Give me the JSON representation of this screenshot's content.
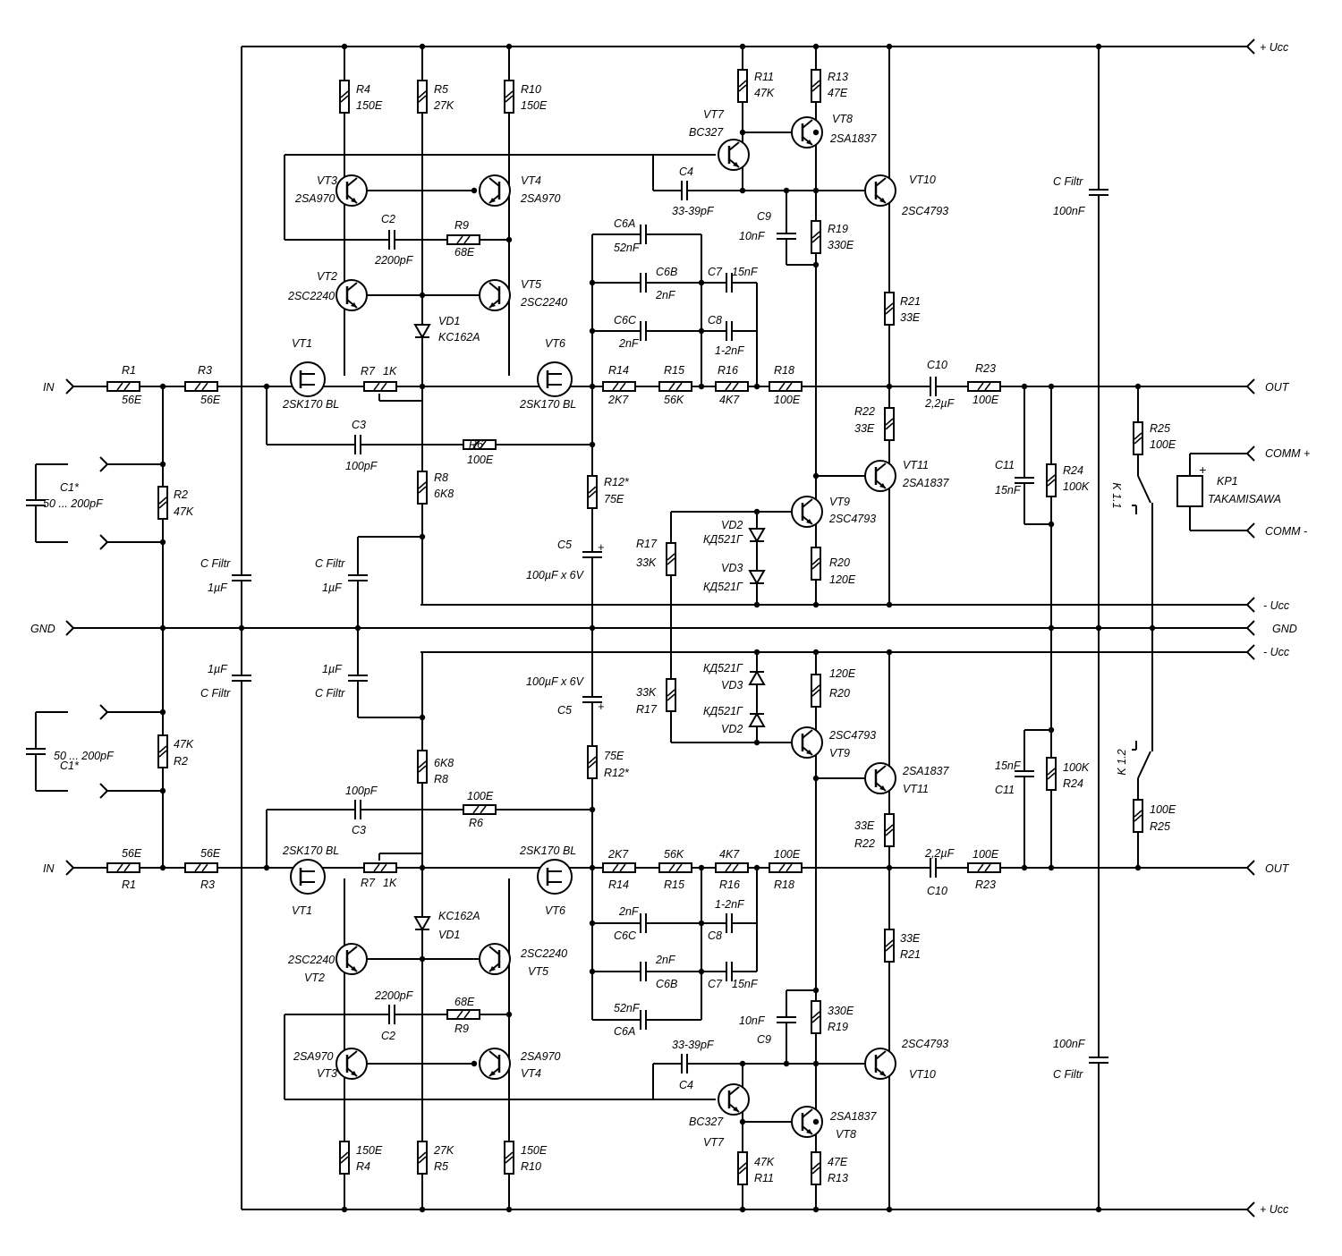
{
  "ports": {
    "ucc_pos": "+ Ucc",
    "ucc_neg": "- Ucc",
    "gnd": "GND",
    "in": "IN",
    "out": "OUT",
    "comm_pos": "COMM +",
    "comm_neg": "COMM -"
  },
  "relay": {
    "ref": "KP1",
    "model": "TAKAMISAWA",
    "contact_top": "K 1.1",
    "contact_bottom": "K 1.2"
  },
  "labels": {
    "top": [
      [
        "R1",
        136,
        418
      ],
      [
        "56E",
        136,
        451
      ],
      [
        "R3",
        221,
        418
      ],
      [
        "56E",
        224,
        451
      ],
      [
        "R2",
        194,
        557
      ],
      [
        "47K",
        194,
        576
      ],
      [
        "C1*",
        67,
        549
      ],
      [
        "50 ... 200pF",
        48,
        567
      ],
      [
        "C Filtr",
        224,
        634
      ],
      [
        "1µF",
        232,
        661
      ],
      [
        "C Filtr",
        352,
        634
      ],
      [
        "1µF",
        360,
        661
      ],
      [
        "R4",
        398,
        104
      ],
      [
        "150E",
        398,
        122
      ],
      [
        "R5",
        485,
        104
      ],
      [
        "27K",
        485,
        122
      ],
      [
        "R10",
        582,
        104
      ],
      [
        "150E",
        582,
        122
      ],
      [
        "VT3",
        354,
        206
      ],
      [
        "2SA970",
        330,
        226
      ],
      [
        "VT4",
        582,
        206
      ],
      [
        "2SA970",
        582,
        226
      ],
      [
        "C2",
        426,
        249
      ],
      [
        "2200pF",
        419,
        295
      ],
      [
        "R9",
        508,
        256
      ],
      [
        "68E",
        508,
        286
      ],
      [
        "VT2",
        354,
        313
      ],
      [
        "2SC2240",
        322,
        335
      ],
      [
        "VT5",
        582,
        322
      ],
      [
        "2SC2240",
        582,
        342
      ],
      [
        "VD1",
        490,
        363
      ],
      [
        "KC162A",
        490,
        381
      ],
      [
        "VT1",
        326,
        388
      ],
      [
        "2SK170 BL",
        316,
        456
      ],
      [
        "R7",
        403,
        419
      ],
      [
        "1K",
        428,
        419
      ],
      [
        "VT6",
        609,
        388
      ],
      [
        "2SK170 BL",
        581,
        456
      ],
      [
        "C3",
        393,
        479
      ],
      [
        "100pF",
        386,
        525
      ],
      [
        "R6",
        524,
        501
      ],
      [
        "100E",
        522,
        518
      ],
      [
        "R8",
        485,
        538
      ],
      [
        "6K8",
        485,
        556
      ],
      [
        "R12*",
        675,
        543
      ],
      [
        "75E",
        675,
        562
      ],
      [
        "C5",
        623,
        613
      ],
      [
        "100µF x 6V",
        588,
        647
      ],
      [
        "C6A",
        686,
        254
      ],
      [
        "52nF",
        686,
        281
      ],
      [
        "C6B",
        733,
        308
      ],
      [
        "2nF",
        733,
        334
      ],
      [
        "C7",
        791,
        308
      ],
      [
        "15nF",
        818,
        308
      ],
      [
        "C6C",
        686,
        362
      ],
      [
        "2nF",
        692,
        388
      ],
      [
        "C8",
        791,
        362
      ],
      [
        "1-2nF",
        799,
        396
      ],
      [
        "R14",
        680,
        418
      ],
      [
        "2K7",
        680,
        451
      ],
      [
        "R15",
        742,
        418
      ],
      [
        "56K",
        742,
        451
      ],
      [
        "R16",
        802,
        418
      ],
      [
        "4K7",
        804,
        451
      ],
      [
        "R18",
        865,
        418
      ],
      [
        "100E",
        865,
        451
      ],
      [
        "VT7",
        786,
        132
      ],
      [
        "BC327",
        770,
        152
      ],
      [
        "C4",
        759,
        196
      ],
      [
        "33-39pF",
        751,
        240
      ],
      [
        "R11",
        843,
        90
      ],
      [
        "47K",
        843,
        108
      ],
      [
        "R13",
        925,
        90
      ],
      [
        "47E",
        925,
        108
      ],
      [
        "VT8",
        930,
        137
      ],
      [
        "2SA1837",
        928,
        159
      ],
      [
        "C9",
        846,
        246
      ],
      [
        "10nF",
        826,
        268
      ],
      [
        "R19",
        925,
        260
      ],
      [
        "330E",
        925,
        278
      ],
      [
        "VT10",
        1016,
        205
      ],
      [
        "2SC4793",
        1008,
        240
      ],
      [
        "R21",
        1006,
        341
      ],
      [
        "33E",
        1006,
        359
      ],
      [
        "C10",
        1036,
        412
      ],
      [
        "2,2µF",
        1034,
        455
      ],
      [
        "R23",
        1090,
        416
      ],
      [
        "100E",
        1087,
        451
      ],
      [
        "R22",
        955,
        464
      ],
      [
        "33E",
        955,
        483
      ],
      [
        "VT11",
        1009,
        524
      ],
      [
        "2SA1837",
        1009,
        544
      ],
      [
        "VT9",
        927,
        565
      ],
      [
        "2SC4793",
        927,
        584
      ],
      [
        "VD2",
        806,
        591
      ],
      [
        "КД521Г",
        786,
        607
      ],
      [
        "VD3",
        806,
        639
      ],
      [
        "КД521Г",
        786,
        660
      ],
      [
        "R17",
        711,
        612
      ],
      [
        "33K",
        711,
        633
      ],
      [
        "R20",
        927,
        633
      ],
      [
        "120E",
        927,
        652
      ],
      [
        "C11",
        1112,
        524
      ],
      [
        "15nF",
        1112,
        552
      ],
      [
        "R24",
        1188,
        530
      ],
      [
        "100K",
        1188,
        548
      ],
      [
        "C Filtr",
        1177,
        207
      ],
      [
        "100nF",
        1177,
        240
      ],
      [
        "R25",
        1285,
        483
      ],
      [
        "100E",
        1285,
        501
      ]
    ],
    "bottom": [
      [
        "56E",
        136,
        958
      ],
      [
        "R1",
        136,
        993
      ],
      [
        "56E",
        224,
        958
      ],
      [
        "R3",
        224,
        993
      ],
      [
        "47K",
        194,
        836
      ],
      [
        "R2",
        194,
        855
      ],
      [
        "50 ... 200pF",
        60,
        849
      ],
      [
        "C1*",
        67,
        860
      ],
      [
        "1µF",
        232,
        752
      ],
      [
        "C Filtr",
        224,
        779
      ],
      [
        "1µF",
        360,
        752
      ],
      [
        "C Filtr",
        352,
        779
      ],
      [
        "6K8",
        485,
        857
      ],
      [
        "R8",
        485,
        875
      ],
      [
        "100pF",
        386,
        888
      ],
      [
        "C3",
        393,
        932
      ],
      [
        "100E",
        522,
        894
      ],
      [
        "R6",
        524,
        924
      ],
      [
        "75E",
        675,
        849
      ],
      [
        "R12*",
        675,
        868
      ],
      [
        "100µF x 6V",
        588,
        766
      ],
      [
        "C5",
        623,
        798
      ],
      [
        "2SK170 BL",
        316,
        955
      ],
      [
        "VT1",
        326,
        1022
      ],
      [
        "R7",
        403,
        991
      ],
      [
        "1K",
        428,
        991
      ],
      [
        "2SK170 BL",
        581,
        955
      ],
      [
        "VT6",
        609,
        1022
      ],
      [
        "KC162A",
        490,
        1028
      ],
      [
        "VD1",
        490,
        1049
      ],
      [
        "2SC2240",
        322,
        1077
      ],
      [
        "VT2",
        340,
        1097
      ],
      [
        "2SC2240",
        582,
        1070
      ],
      [
        "VT5",
        590,
        1090
      ],
      [
        "2200pF",
        419,
        1117
      ],
      [
        "C2",
        426,
        1162
      ],
      [
        "68E",
        508,
        1124
      ],
      [
        "R9",
        508,
        1154
      ],
      [
        "2SA970",
        328,
        1185
      ],
      [
        "VT3",
        354,
        1204
      ],
      [
        "2SA970",
        582,
        1185
      ],
      [
        "VT4",
        582,
        1204
      ],
      [
        "150E",
        398,
        1290
      ],
      [
        "R4",
        398,
        1308
      ],
      [
        "27K",
        485,
        1290
      ],
      [
        "R5",
        485,
        1308
      ],
      [
        "150E",
        582,
        1290
      ],
      [
        "R10",
        582,
        1308
      ],
      [
        "2K7",
        680,
        959
      ],
      [
        "R14",
        680,
        993
      ],
      [
        "56K",
        742,
        959
      ],
      [
        "R15",
        742,
        993
      ],
      [
        "4K7",
        804,
        959
      ],
      [
        "R16",
        804,
        993
      ],
      [
        "100E",
        865,
        959
      ],
      [
        "R18",
        865,
        993
      ],
      [
        "2nF",
        692,
        1023
      ],
      [
        "C6C",
        686,
        1050
      ],
      [
        "1-2nF",
        799,
        1015
      ],
      [
        "C8",
        791,
        1050
      ],
      [
        "2nF",
        733,
        1077
      ],
      [
        "C6B",
        733,
        1104
      ],
      [
        "C7",
        791,
        1104
      ],
      [
        "15nF",
        818,
        1104
      ],
      [
        "52nF",
        686,
        1131
      ],
      [
        "C6A",
        686,
        1157
      ],
      [
        "33-39pF",
        751,
        1172
      ],
      [
        "C4",
        759,
        1217
      ],
      [
        "BC327",
        770,
        1258
      ],
      [
        "VT7",
        786,
        1281
      ],
      [
        "47K",
        843,
        1303
      ],
      [
        "R11",
        843,
        1321
      ],
      [
        "47E",
        925,
        1303
      ],
      [
        "R13",
        925,
        1321
      ],
      [
        "2SA1837",
        928,
        1252
      ],
      [
        "VT8",
        934,
        1272
      ],
      [
        "10nF",
        826,
        1145
      ],
      [
        "C9",
        846,
        1166
      ],
      [
        "330E",
        925,
        1134
      ],
      [
        "R19",
        925,
        1152
      ],
      [
        "2SC4793",
        1008,
        1171
      ],
      [
        "VT10",
        1016,
        1205
      ],
      [
        "33E",
        1006,
        1053
      ],
      [
        "R21",
        1006,
        1071
      ],
      [
        "2,2µF",
        1034,
        958
      ],
      [
        "C10",
        1036,
        1000
      ],
      [
        "100E",
        1087,
        959
      ],
      [
        "R23",
        1090,
        993
      ],
      [
        "33E",
        955,
        927
      ],
      [
        "R22",
        955,
        947
      ],
      [
        "2SA1837",
        1009,
        866
      ],
      [
        "VT11",
        1009,
        886
      ],
      [
        "2SC4793",
        927,
        826
      ],
      [
        "VT9",
        927,
        846
      ],
      [
        "КД521Г",
        786,
        751
      ],
      [
        "VD3",
        806,
        770
      ],
      [
        "КД521Г",
        786,
        799
      ],
      [
        "VD2",
        806,
        819
      ],
      [
        "33K",
        711,
        778
      ],
      [
        "R17",
        711,
        797
      ],
      [
        "120E",
        927,
        757
      ],
      [
        "R20",
        927,
        779
      ],
      [
        "15nF",
        1112,
        860
      ],
      [
        "C11",
        1112,
        887
      ],
      [
        "100K",
        1188,
        862
      ],
      [
        "R24",
        1188,
        880
      ],
      [
        "100nF",
        1177,
        1171
      ],
      [
        "C Filtr",
        1177,
        1205
      ],
      [
        "100E",
        1285,
        909
      ],
      [
        "R25",
        1285,
        928
      ]
    ]
  }
}
